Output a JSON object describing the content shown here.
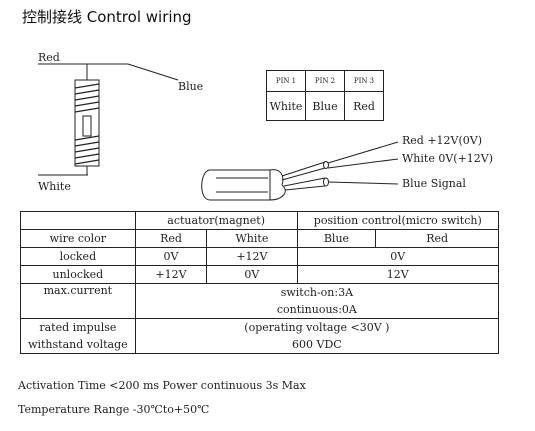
{
  "title": "控制接线 Control wiring",
  "switch_diagram": {
    "label_top": "Red",
    "label_right": "Blue",
    "label_bottom": "White"
  },
  "pin_table": {
    "headers": [
      "PIN 1",
      "PIN 2",
      "PIN 3"
    ],
    "values": [
      "White",
      "Blue",
      "Red"
    ]
  },
  "cable": {
    "wires": [
      "Red +12V(0V)",
      "White 0V(+12V)",
      "Blue Signal"
    ]
  },
  "spec_table": {
    "header": {
      "actuator": "actuator(magnet)",
      "position": "position control(micro switch)"
    },
    "wire_color": {
      "label": "wire color",
      "values": [
        "Red",
        "White",
        "Blue",
        "Red"
      ]
    },
    "locked": {
      "label": "locked",
      "act_red": "0V",
      "act_white": "+12V",
      "pos": "0V"
    },
    "unlocked": {
      "label": "unlocked",
      "act_red": "+12V",
      "act_white": "0V",
      "pos": "12V"
    },
    "max_current": {
      "label": "max.current",
      "line1": "switch-on:3A",
      "line2": "continuous:0A"
    },
    "impulse": {
      "label1": "rated impulse",
      "label2": "withstand voltage",
      "line1": "(operating voltage <30V )",
      "line2": "600 VDC"
    }
  },
  "footer": {
    "line1": "Activation Time <200 ms   Power continuous 3s Max",
    "line2": "Temperature Range -30℃to+50℃"
  }
}
